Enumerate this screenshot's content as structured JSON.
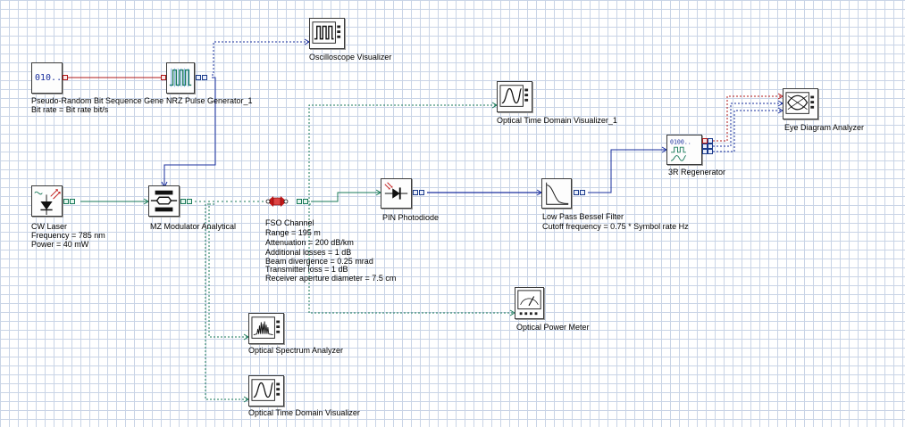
{
  "colors": {
    "electrical": "#1a2f9e",
    "optical": "#1a7a5a",
    "binary": "#b01818",
    "grid": "#c9d4e6"
  },
  "components": {
    "prbs": {
      "icon_text": "010..",
      "name": "Pseudo-Random Bit Sequence Gene",
      "param": "Bit rate = Bit rate  bit/s"
    },
    "nrz": {
      "name": "NRZ Pulse Generator_1"
    },
    "osc": {
      "name": "Oscilloscope Visualizer"
    },
    "otdv1": {
      "name": "Optical Time Domain Visualizer_1"
    },
    "eye": {
      "name": "Eye Diagram Analyzer"
    },
    "regen": {
      "name": "3R Regenerator"
    },
    "laser": {
      "name": "CW Laser",
      "params": [
        "Frequency = 785  nm",
        "Power = 40  mW"
      ]
    },
    "mzm": {
      "name": "MZ Modulator Analytical"
    },
    "fso": {
      "name": "FSO Channel",
      "params": [
        "Range = 195  m",
        "Attenuation = 200  dB/km",
        "Additional losses = 1  dB",
        "Beam divergence = 0.25  mrad",
        "Transmitter loss = 1  dB",
        "Receiver aperture diameter = 7.5  cm"
      ]
    },
    "pin": {
      "name": "PIN Photodiode"
    },
    "lpf": {
      "name": "Low Pass Bessel Filter",
      "param": "Cutoff frequency = 0.75 * Symbol rate  Hz"
    },
    "opm": {
      "name": "Optical Power Meter"
    },
    "osa": {
      "name": "Optical Spectrum Analyzer"
    },
    "otdv": {
      "name": "Optical Time Domain Visualizer"
    }
  }
}
